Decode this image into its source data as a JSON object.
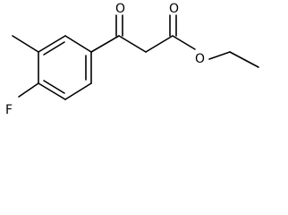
{
  "molecule": {
    "atoms": {
      "fluorine": "F",
      "carbonyl_oxygen": "O",
      "ester_carbonyl_oxygen": "O",
      "ester_ether_oxygen": "O"
    }
  }
}
